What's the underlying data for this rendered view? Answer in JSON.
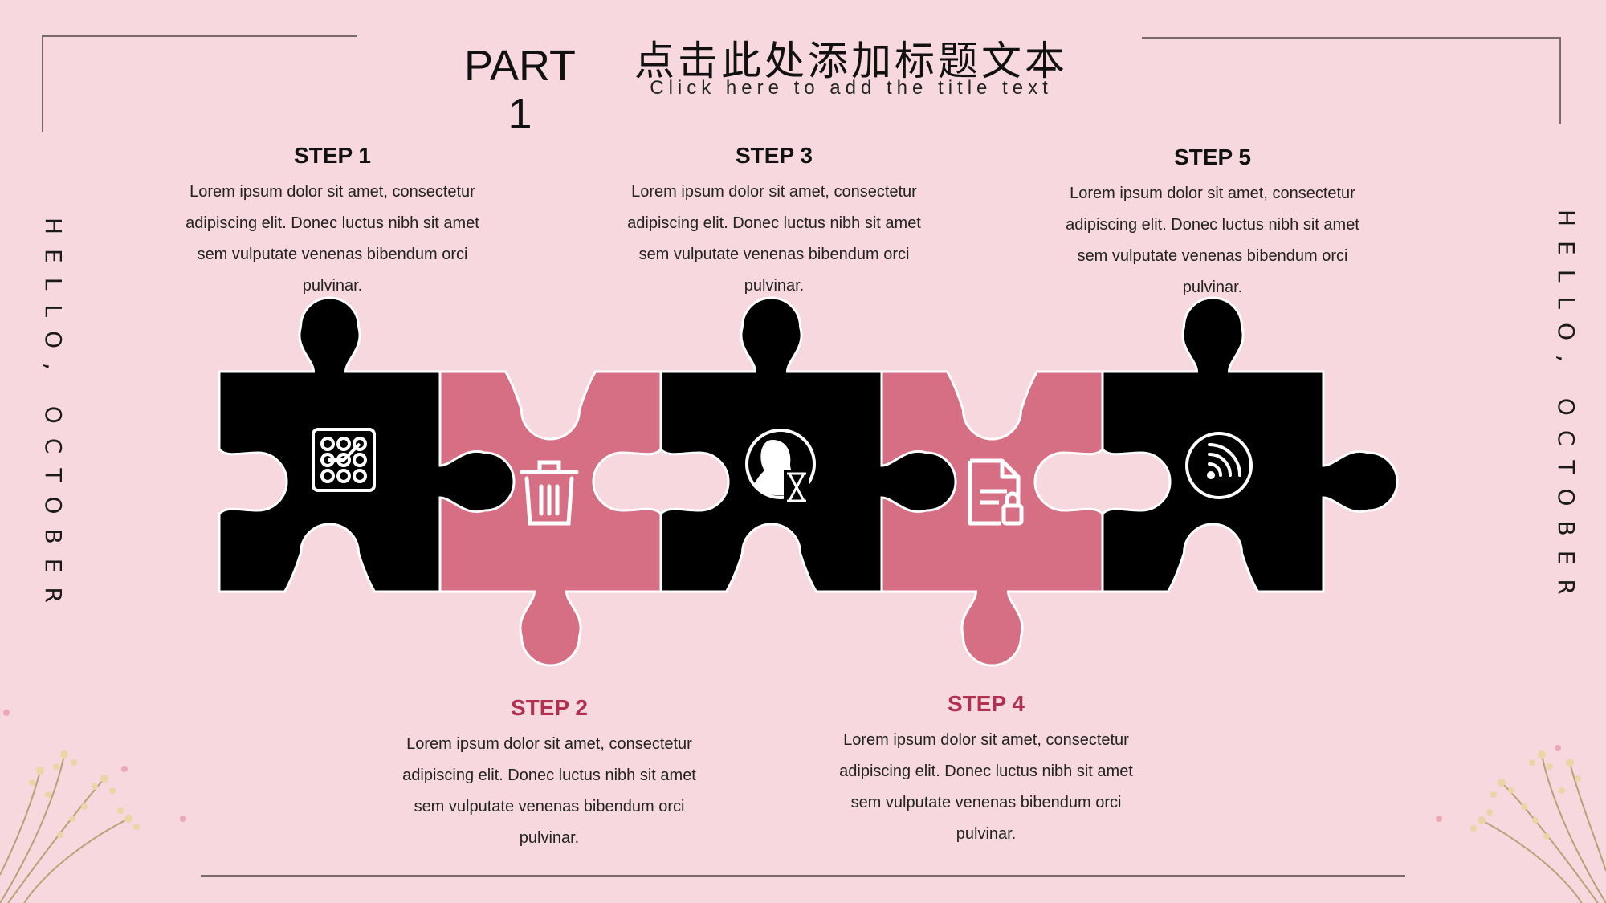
{
  "header": {
    "part_label": "PART",
    "part_number": "1",
    "title": "点击此处添加标题文本",
    "subtitle": "Click here to add the title text"
  },
  "side": {
    "left_text": "HELLO, OCTOBER",
    "right_text": "HELLO, OCTOBER"
  },
  "steps": [
    {
      "title": "STEP 1",
      "body": "Lorem ipsum dolor sit amet, consectetur adipiscing elit. Donec luctus nibh sit amet sem vulputate venenas bibendum orci pulvinar."
    },
    {
      "title": "STEP 2",
      "body": "Lorem ipsum dolor sit amet, consectetur adipiscing elit. Donec luctus nibh sit amet sem vulputate venenas bibendum orci pulvinar."
    },
    {
      "title": "STEP 3",
      "body": "Lorem ipsum dolor sit amet, consectetur adipiscing elit. Donec luctus nibh sit amet sem vulputate venenas bibendum orci pulvinar."
    },
    {
      "title": "STEP 4",
      "body": "Lorem ipsum dolor sit amet, consectetur adipiscing elit. Donec luctus nibh sit amet sem vulputate venenas bibendum orci pulvinar."
    },
    {
      "title": "STEP 5",
      "body": "Lorem ipsum dolor sit amet, consectetur adipiscing elit. Donec luctus nibh sit amet sem vulputate venenas bibendum orci pulvinar."
    }
  ],
  "icons": [
    "keypad-icon",
    "trash-icon",
    "person-hourglass-icon",
    "document-lock-icon",
    "rss-icon"
  ],
  "colors": {
    "background": "#f6d8de",
    "dark_piece": "#000000",
    "rose_piece": "#d66f84",
    "rose_heading": "#b0304f"
  }
}
